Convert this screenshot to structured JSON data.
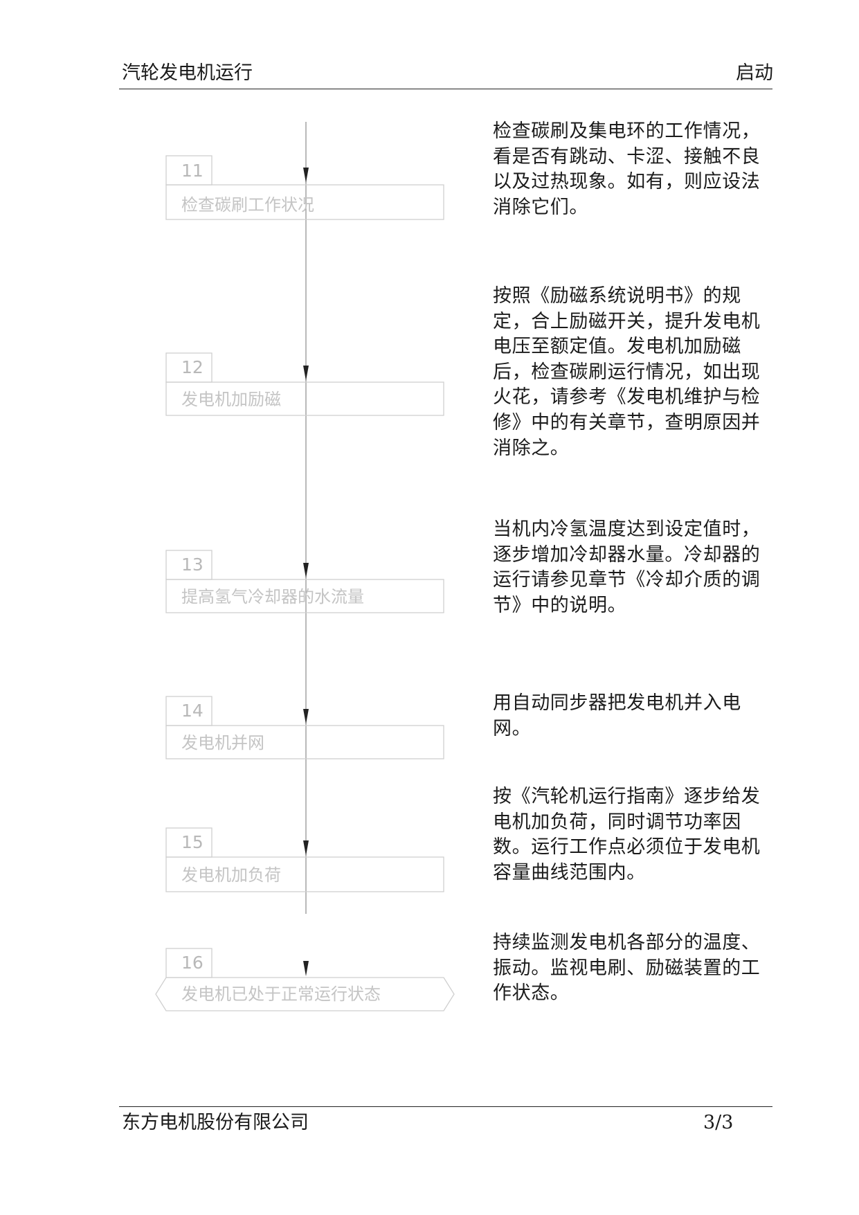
{
  "header": {
    "title": "汽轮发电机运行",
    "section": "启动"
  },
  "footer": {
    "company": "东方电机股份有限公司",
    "page": "3/3"
  },
  "steps": [
    {
      "number": "11",
      "label": "检查碳刷工作状况",
      "description": "检查碳刷及集电环的工作情况，看是否有跳动、卡涩、接触不良以及过热现象。如有，则应设法消除它们。"
    },
    {
      "number": "12",
      "label": "发电机加励磁",
      "description": "按照《励磁系统说明书》的规定，合上励磁开关，提升发电机电压至额定值。发电机加励磁后，检查碳刷运行情况，如出现火花，请参考《发电机维护与检修》中的有关章节，查明原因并消除之。"
    },
    {
      "number": "13",
      "label": "提高氢气冷却器的水流量",
      "description": "当机内冷氢温度达到设定值时，逐步增加冷却器水量。冷却器的运行请参见章节《冷却介质的调节》中的说明。"
    },
    {
      "number": "14",
      "label": "发电机并网",
      "description": "用自动同步器把发电机并入电网。"
    },
    {
      "number": "15",
      "label": "发电机加负荷",
      "description": "按《汽轮机运行指南》逐步给发电机加负荷，同时调节功率因数。运行工作点必须位于发电机容量曲线范围内。"
    },
    {
      "number": "16",
      "label": "发电机已处于正常运行状态",
      "description": "持续监测发电机各部分的温度、振动。监视电刷、励磁装置的工作状态。"
    }
  ]
}
